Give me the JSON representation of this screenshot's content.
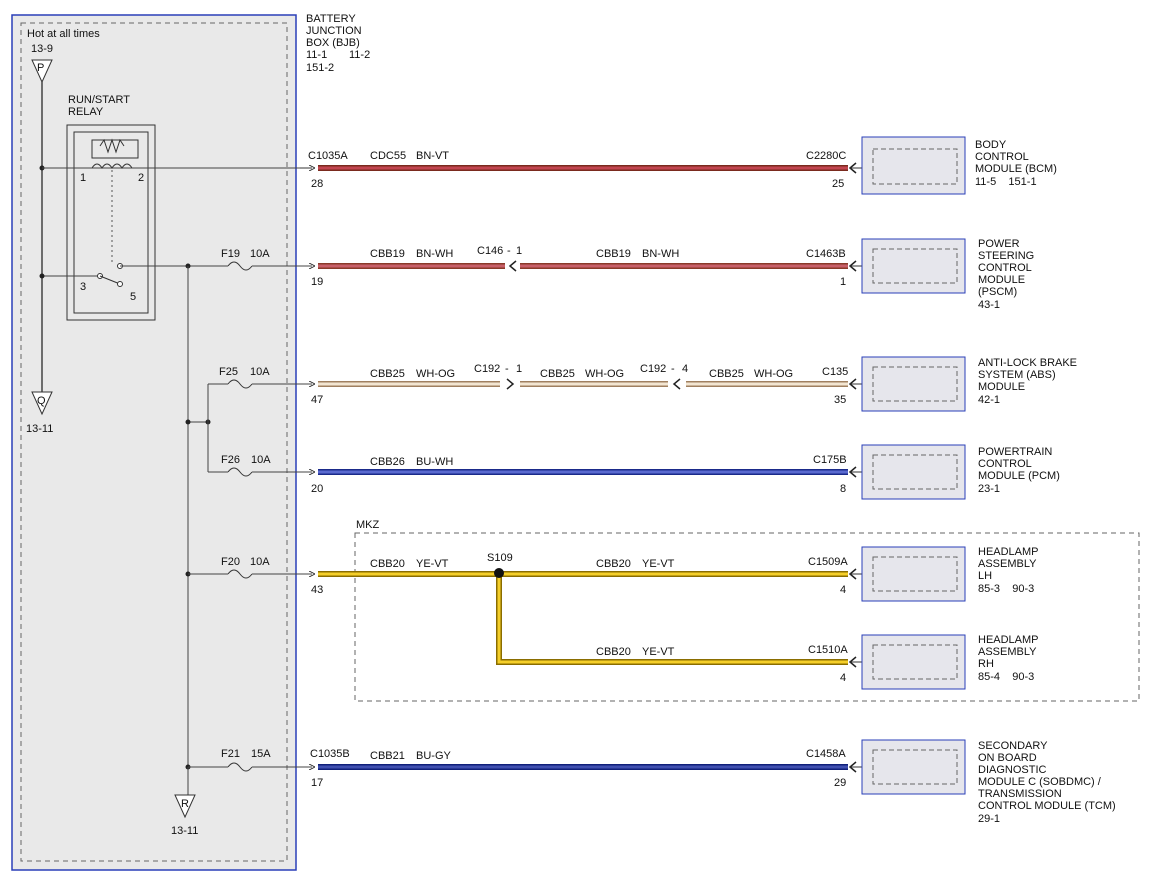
{
  "bjb": {
    "hot_label": "Hot at all times",
    "ref_in": "13-9",
    "letter_p": "P",
    "title": [
      "BATTERY",
      "JUNCTION",
      "BOX (BJB)"
    ],
    "refs": [
      "11-1",
      "11-2",
      "151-2"
    ],
    "relay_title": [
      "RUN/START",
      "RELAY"
    ],
    "relay_pins": [
      "1",
      "2",
      "3",
      "5"
    ],
    "letter_q": "Q",
    "ref_q": "13-11",
    "letter_r": "R",
    "ref_r": "13-11"
  },
  "circuits": {
    "bcm": {
      "conn_left": "C1035A",
      "circuit": "CDC55",
      "color": "BN-VT",
      "conn_right": "C2280C",
      "pin_left": "28",
      "pin_right": "25"
    },
    "pscm": {
      "fuse": "F19",
      "amps": "10A",
      "circuit_a": "CBB19",
      "color_a": "BN-WH",
      "inline": "C146",
      "inline_pin": "1",
      "circuit_b": "CBB19",
      "color_b": "BN-WH",
      "conn_right": "C1463B",
      "pin_left": "19",
      "pin_right": "1"
    },
    "abs": {
      "fuse": "F25",
      "amps": "10A",
      "circuit_a": "CBB25",
      "color_a": "WH-OG",
      "inline1": "C192",
      "inline1_pin": "1",
      "circuit_b": "CBB25",
      "color_b": "WH-OG",
      "inline2": "C192",
      "inline2_pin": "4",
      "circuit_c": "CBB25",
      "color_c": "WH-OG",
      "conn_right": "C135",
      "pin_left": "47",
      "pin_right": "35"
    },
    "pcm": {
      "fuse": "F26",
      "amps": "10A",
      "circuit": "CBB26",
      "color": "BU-WH",
      "conn_right": "C175B",
      "pin_left": "20",
      "pin_right": "8"
    },
    "mkz_label": "MKZ",
    "hl_lh": {
      "fuse": "F20",
      "amps": "10A",
      "circuit_a": "CBB20",
      "color_a": "YE-VT",
      "splice": "S109",
      "circuit_b": "CBB20",
      "color_b": "YE-VT",
      "conn_right": "C1509A",
      "pin_left": "43",
      "pin_right": "4"
    },
    "hl_rh": {
      "circuit": "CBB20",
      "color": "YE-VT",
      "conn_right": "C1510A",
      "pin_right": "4"
    },
    "sobdmc": {
      "fuse": "F21",
      "amps": "15A",
      "conn_left": "C1035B",
      "circuit": "CBB21",
      "color": "BU-GY",
      "conn_right": "C1458A",
      "pin_left": "17",
      "pin_right": "29"
    }
  },
  "modules": {
    "bcm": {
      "lines": [
        "BODY",
        "CONTROL",
        "MODULE (BCM)"
      ],
      "refs": "11-5    151-1"
    },
    "pscm": {
      "lines": [
        "POWER",
        "STEERING",
        "CONTROL",
        "MODULE",
        "(PSCM)"
      ],
      "refs": "43-1"
    },
    "abs": {
      "lines": [
        "ANTI-LOCK BRAKE",
        "SYSTEM (ABS)",
        "MODULE"
      ],
      "refs": "42-1"
    },
    "pcm": {
      "lines": [
        "POWERTRAIN",
        "CONTROL",
        "MODULE (PCM)"
      ],
      "refs": "23-1"
    },
    "hl_lh": {
      "lines": [
        "HEADLAMP",
        "ASSEMBLY",
        "LH"
      ],
      "refs": "85-3    90-3"
    },
    "hl_rh": {
      "lines": [
        "HEADLAMP",
        "ASSEMBLY",
        "RH"
      ],
      "refs": "85-4    90-3"
    },
    "sobdmc": {
      "lines": [
        "SECONDARY",
        "ON BOARD",
        "DIAGNOSTIC",
        "MODULE C (SOBDMC) /",
        "TRANSMISSION",
        "CONTROL MODULE (TCM)"
      ],
      "refs": "29-1"
    }
  },
  "wire_colors": {
    "BN-VT": [
      "#7a2a1e",
      "#c24550"
    ],
    "BN-WH": [
      "#8a3a2a",
      "#c8606a"
    ],
    "WH-OG": [
      "#a08060",
      "#f3e6d2"
    ],
    "BU-WH": [
      "#1a2a8a",
      "#5a6ad0"
    ],
    "YE-VT": [
      "#8a6d00",
      "#f5cf2a"
    ],
    "BU-GY": [
      "#10207a",
      "#4050b0"
    ]
  }
}
